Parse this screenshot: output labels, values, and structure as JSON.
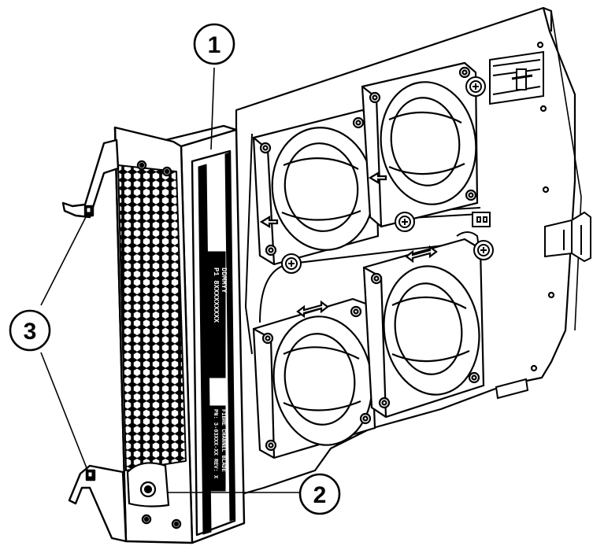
{
  "callouts": [
    {
      "id": "1",
      "label": "1"
    },
    {
      "id": "2",
      "label": "2"
    },
    {
      "id": "3",
      "label": "3"
    }
  ],
  "module_labels": {
    "upper_line1": "P1 8XXXXXXXXX",
    "upper_line2": "DDMMYY",
    "lower_line1": "PN: 3-03XXX-XX  REV: X",
    "lower_line2": "FIBRE CHANNEL BLADE"
  },
  "colors": {
    "stroke": "#000000",
    "fill": "#ffffff"
  }
}
